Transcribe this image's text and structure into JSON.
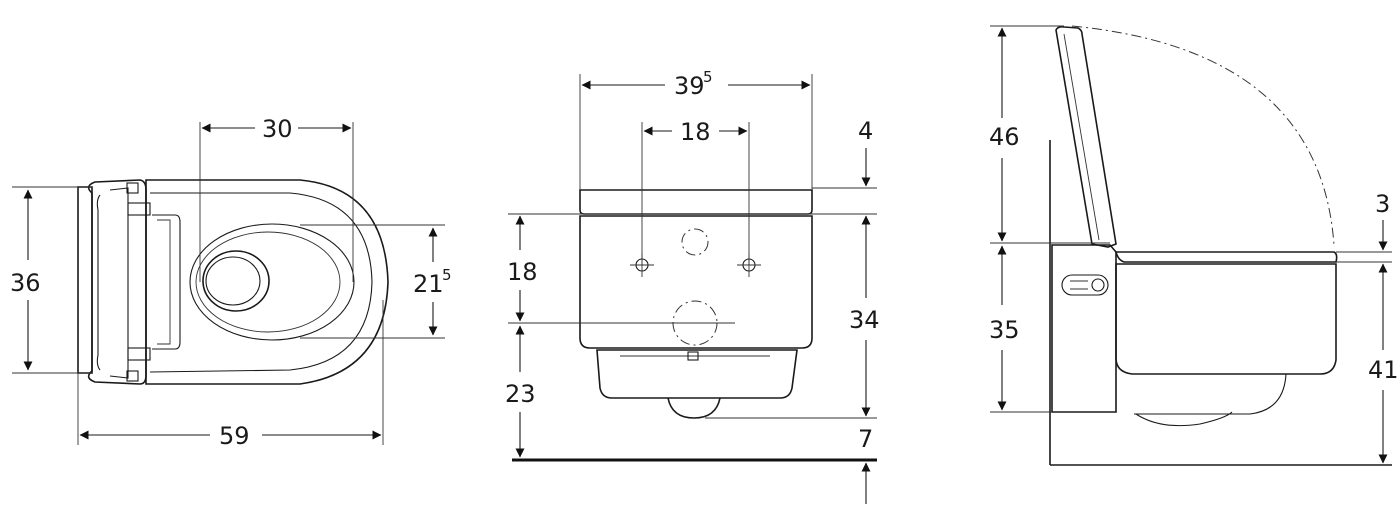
{
  "top_view": {
    "width_36": "36",
    "depth_59": "59",
    "bowl_30": "30",
    "bowl_21_main": "21",
    "bowl_21_sup": "5"
  },
  "front_view": {
    "width_39_main": "39",
    "width_39_sup": "5",
    "spacing_18": "18",
    "lid_4": "4",
    "height_18": "18",
    "height_34": "34",
    "height_23": "23",
    "height_7": "7"
  },
  "side_view": {
    "lid_46": "46",
    "seat_3": "3",
    "height_35": "35",
    "height_41": "41"
  }
}
